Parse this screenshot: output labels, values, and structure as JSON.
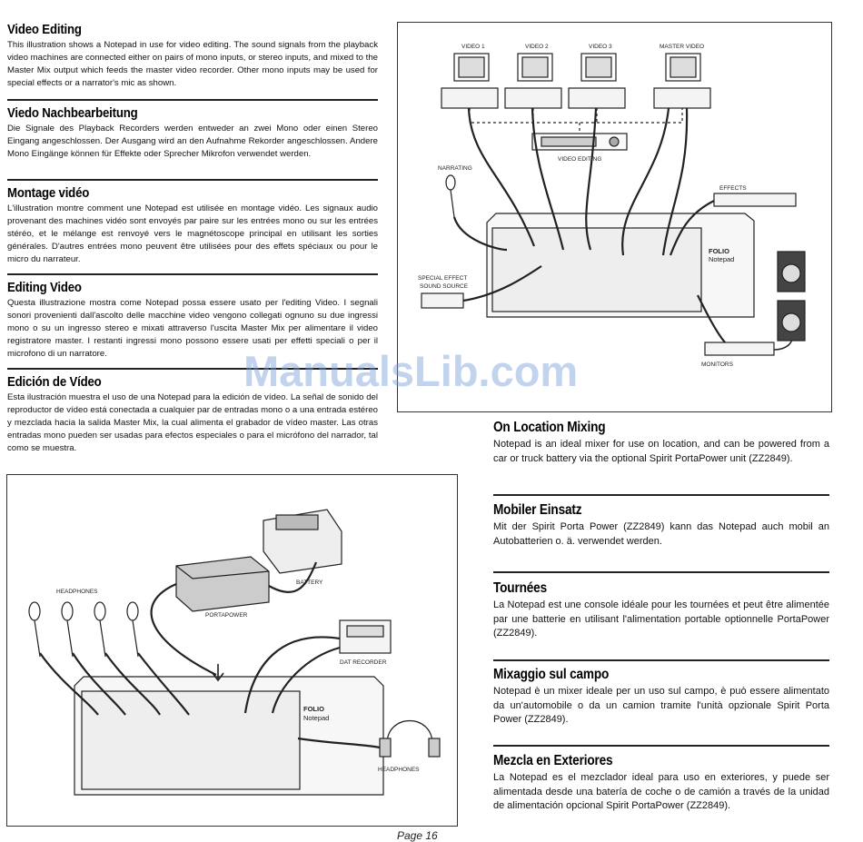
{
  "left_sections": [
    {
      "title": "Video Editing",
      "body": "This illustration shows a Notepad in use for video editing.  The sound signals from the playback video machines are connected either on pairs of mono inputs, or stereo inputs, and mixed to the Master Mix output which feeds the master video recorder. Other mono inputs may be used for special effects or a narrator's mic as shown."
    },
    {
      "title": "Viedo Nachbearbeitung",
      "body": "Die Signale des Playback Recorders werden entweder an zwei Mono oder einen Stereo Eingang angeschlossen. Der Ausgang wird an den Aufnahme Rekorder angeschlossen. Andere Mono Eingänge können für Effekte oder Sprecher Mikrofon verwendet werden."
    },
    {
      "title": "Montage vidéo",
      "body": "L'illustration montre comment une Notepad est utilisée en montage vidéo. Les signaux audio provenant des machines vidéo sont envoyés par paire sur les entrées mono ou sur les entrées stéréo, et le mélange est renvoyé vers le magnétoscope principal en utilisant les sorties générales. D'autres entrées mono peuvent être utilisées pour des effets spéciaux ou pour le micro du narrateur."
    },
    {
      "title": "Editing Video",
      "body": "Questa illustrazione mostra come Notepad possa essere usato per l'editing Video. I segnali sonori provenienti dall'ascolto delle macchine video vengono collegati ognuno su due ingressi mono o su un ingresso stereo e mixati attraverso l'uscita Master Mix per alimentare il video registratore master. I restanti ingressi mono  possono essere usati per effetti speciali o per il microfono di un narratore."
    },
    {
      "title": "Edición de Vídeo",
      "body": "Esta ilustración muestra el uso de una Notepad para la edición de vídeo. La señal de sonido del reproductor de vídeo está conectada a cualquier par de entradas mono o a una entrada estéreo y mezclada hacia la salida Master Mix, la cual alimenta el grabador de vídeo master. Las otras entradas mono pueden ser usadas para efectos especiales o para el micrófono del narrador, tal como se muestra."
    }
  ],
  "right_sections": [
    {
      "title": "On Location Mixing",
      "body": "Notepad is an ideal mixer for use on location, and can be powered from a car or truck battery via the optional Spirit PortaPower unit (ZZ2849)."
    },
    {
      "title": "Mobiler Einsatz",
      "body": "Mit der Spirit Porta Power (ZZ2849) kann das Notepad auch mobil an Autobatterien o. ä. verwendet werden."
    },
    {
      "title": "Tournées",
      "body": "La Notepad est une console idéale pour les tournées et peut être alimentée par une batterie en utilisant l'alimentation portable optionnelle PortaPower (ZZ2849)."
    },
    {
      "title": "Mixaggio sul campo",
      "body": "Notepad è un mixer ideale per un uso sul campo, è può essere alimentato da un'automobile o da un camion tramite l'unità opzionale Spirit Porta Power (ZZ2849)."
    },
    {
      "title": "Mezcla en Exteriores",
      "body": "La Notepad es el mezclador ideal para uso en exteriores, y puede ser alimentada desde una batería de coche o de camión a través de la unidad de alimentación opcional Spirit PortaPower (ZZ2849)."
    }
  ],
  "video_diagram": {
    "labels": {
      "video1": "VIDEO 1",
      "video2": "VIDEO 2",
      "video3": "VIDEO 3",
      "master_video": "MASTER VIDEO",
      "video_editing": "VIDEO EDITING",
      "narrating": "NARRATING",
      "effects": "EFFECTS",
      "special_effect_1": "SPECIAL EFFECT",
      "special_effect_2": "SOUND SOURCE",
      "monitors": "MONITORS",
      "brand": "FOLIO",
      "model": "Notepad"
    }
  },
  "location_diagram": {
    "labels": {
      "headphones_top": "HEADPHONES",
      "battery": "BATTERY",
      "portapower": "PORTAPOWER",
      "dat_recorder": "DAT RECORDER",
      "headphones_right": "HEADPHONES",
      "brand": "FOLIO",
      "model": "Notepad"
    }
  },
  "watermark": "ManualsLib.com",
  "page_number": "Page 16"
}
